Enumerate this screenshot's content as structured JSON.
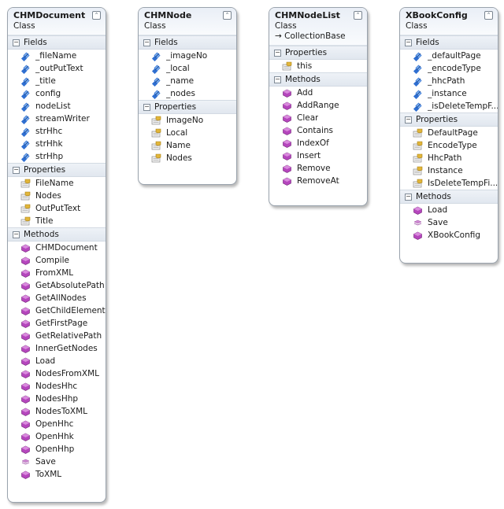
{
  "classes": {
    "chmdocument": {
      "name": "CHMDocument",
      "kind": "Class",
      "sections": {
        "fields": {
          "label": "Fields",
          "items": [
            "_fileName",
            "_outPutText",
            "_title",
            "config",
            "nodeList",
            "streamWriter",
            "strHhc",
            "strHhk",
            "strHhp"
          ]
        },
        "properties": {
          "label": "Properties",
          "items": [
            "FileName",
            "Nodes",
            "OutPutText",
            "Title"
          ]
        },
        "methods": {
          "label": "Methods",
          "items": [
            "CHMDocument",
            "Compile",
            "FromXML",
            "GetAbsolutePath",
            "GetAllNodes",
            "GetChildElement",
            "GetFirstPage",
            "GetRelativePath",
            "InnerGetNodes",
            "Load",
            "NodesFromXML",
            "NodesHhc",
            "NodesHhp",
            "NodesToXML",
            "OpenHhc",
            "OpenHhk",
            "OpenHhp",
            "Save",
            "ToXML"
          ]
        }
      }
    },
    "chmnode": {
      "name": "CHMNode",
      "kind": "Class",
      "sections": {
        "fields": {
          "label": "Fields",
          "items": [
            "_imageNo",
            "_local",
            "_name",
            "_nodes"
          ]
        },
        "properties": {
          "label": "Properties",
          "items": [
            "ImageNo",
            "Local",
            "Name",
            "Nodes"
          ]
        }
      }
    },
    "chmnodelist": {
      "name": "CHMNodeList",
      "kind": "Class",
      "base": "→ CollectionBase",
      "sections": {
        "properties": {
          "label": "Properties",
          "items": [
            "this"
          ]
        },
        "methods": {
          "label": "Methods",
          "items": [
            "Add",
            "AddRange",
            "Clear",
            "Contains",
            "IndexOf",
            "Insert",
            "Remove",
            "RemoveAt"
          ]
        }
      }
    },
    "xbookconfig": {
      "name": "XBookConfig",
      "kind": "Class",
      "sections": {
        "fields": {
          "label": "Fields",
          "items": [
            "_defaultPage",
            "_encodeType",
            "_hhcPath",
            "_instance",
            "_isDeleteTempF..."
          ]
        },
        "properties": {
          "label": "Properties",
          "items": [
            "DefaultPage",
            "EncodeType",
            "HhcPath",
            "Instance",
            "IsDeleteTempFi..."
          ]
        },
        "methods": {
          "label": "Methods",
          "items": [
            "Load",
            "Save",
            "XBookConfig"
          ]
        }
      }
    }
  },
  "icon_names": {
    "field": "field-icon",
    "field_static": "static-field-icon",
    "property": "property-icon",
    "method": "method-icon",
    "method_static": "static-method-icon",
    "collapse": "collapse-chevron-icon",
    "section_toggle": "section-collapse-icon"
  },
  "colors": {
    "field": "#2f6fd1",
    "property": "#c99a1e",
    "method": "#a13aa8",
    "border": "#9aa3ad",
    "header": "#e9eef6"
  }
}
